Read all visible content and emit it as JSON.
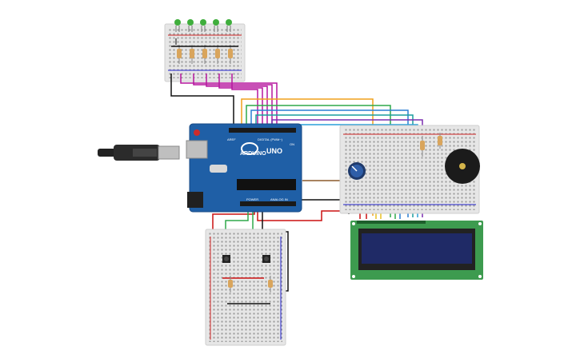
{
  "circuit": {
    "arduino": {
      "brand_label": "ARDUINO",
      "model_label": "UNO",
      "digital_label": "DIGITAL (PWM~)",
      "power_label": "POWER",
      "analog_label": "ANALOG IN",
      "onoff_label": "ON",
      "aref_label": "AREF"
    },
    "components": {
      "leds": {
        "count": 5,
        "color": "#3fae3c"
      },
      "usb_cable": "usb-cable",
      "potentiometer": "potentiometer",
      "buzzer": "piezo-buzzer",
      "lcd": {
        "type": "lcd-16x2",
        "screen_color": "#1f2a66",
        "board_color": "#3d9b4f"
      },
      "pushbuttons": {
        "count": 2
      }
    },
    "wire_colors": {
      "black": "#111111",
      "red": "#cc1111",
      "magenta": "#b5179e",
      "orange": "#f0a11a",
      "green": "#2ea84a",
      "blue": "#2a7fd4",
      "teal": "#1a9e9e",
      "purple": "#7b2fb0",
      "brown": "#8b5a2b",
      "yellow": "#e8c020"
    }
  }
}
